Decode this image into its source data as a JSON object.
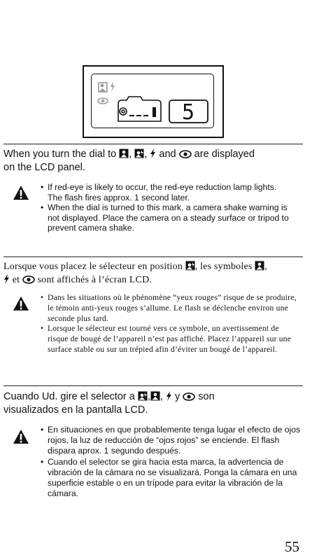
{
  "lcd": {
    "counter": "5"
  },
  "english": {
    "heading_a": "When you turn the dial to",
    "heading_sep": ",",
    "heading_and": "and",
    "heading_b": "are displayed",
    "heading_c": "on the LCD panel.",
    "bullets": [
      "If red-eye is likely to occur, the red-eye reduction lamp lights. The flash fires approx. 1 second later.",
      "When the dial is turned to this mark, a camera shake warning is not displayed. Place the camera on a steady surface or tripod to prevent camera shake."
    ]
  },
  "french": {
    "heading_a": "Lorsque vous placez le sélecteur en position",
    "heading_b": ", les symboles",
    "heading_c": "et",
    "heading_d": "sont affichés à l’écran LCD.",
    "bullets": [
      "Dans les situations où le phénomène “yeux rouges” risque de se produire, le témoin anti-yeux rouges s’allume. Le flash se déclenche environ une seconde plus tard.",
      "Lorsque le sélecteur est tourné vers ce symbole, un avertissement de risque de bougé de l’appareil n’est pas affiché. Placez l’appareil sur une surface stable ou sur un trépied afin d’éviter un bougé de l’appareil."
    ]
  },
  "spanish": {
    "heading_a": "Cuando Ud. gire el selector a",
    "heading_y": "y",
    "heading_son": "son",
    "heading_b": "visualizados en la pantalla LCD.",
    "bullets": [
      "En situaciones en que probablemente tenga lugar el efecto de ojos rojos, la luz de reducción de “ojos rojos” se enciende. El flash dispara aprox. 1 segundo después.",
      "Cuando el selector se gira hacia esta marca, la advertencia de vibración de la cámara no se visualizará. Ponga la cámara en una superficie estable o en un trípode para evitar la vibración de la cámara."
    ]
  },
  "page_number": "55",
  "icons": [
    "portrait-flash-icon",
    "flash-icon",
    "red-eye-icon",
    "warning-icon",
    "battery-icon"
  ]
}
